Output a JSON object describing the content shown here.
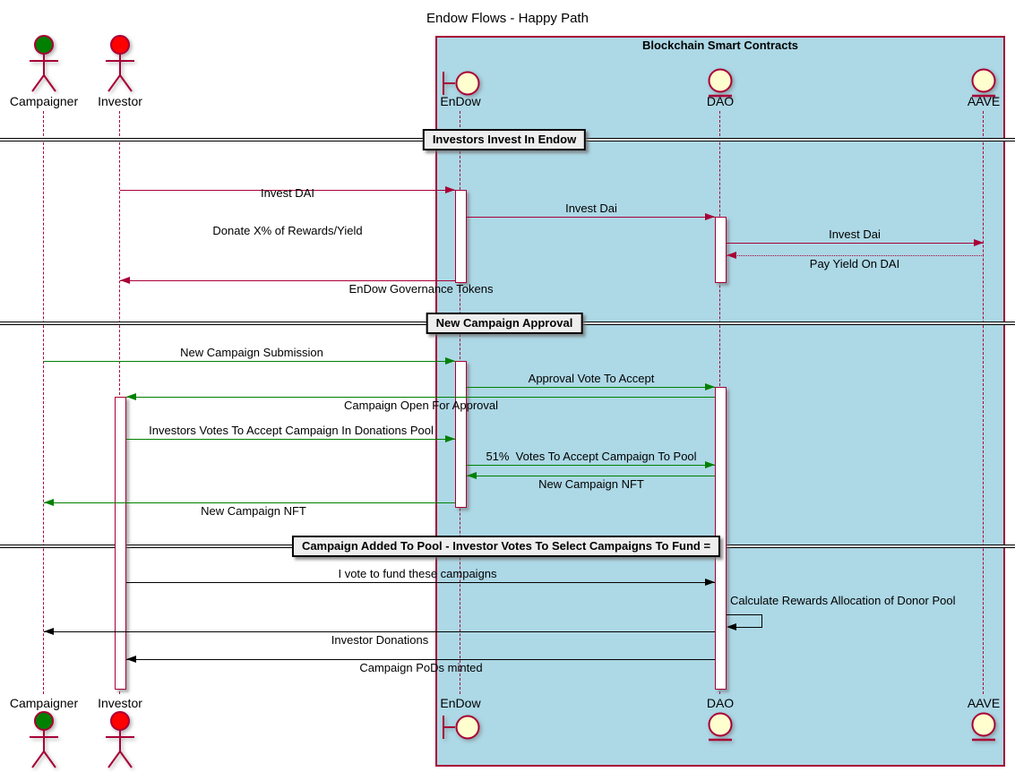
{
  "title": "Endow Flows - Happy Path",
  "box": {
    "label": "Blockchain Smart Contracts"
  },
  "participants": {
    "campaigner": {
      "label": "Campaigner",
      "type": "actor",
      "head_color": "#008000"
    },
    "investor": {
      "label": "Investor",
      "type": "actor",
      "head_color": "#FF0000"
    },
    "endow": {
      "label": "EnDow",
      "type": "boundary"
    },
    "dao": {
      "label": "DAO",
      "type": "entity"
    },
    "aave": {
      "label": "AAVE",
      "type": "entity"
    }
  },
  "dividers": [
    {
      "label": "Investors Invest In Endow"
    },
    {
      "label": "New Campaign Approval"
    },
    {
      "label": "Campaign Added To Pool - Investor Votes To Select Campaigns To Fund ="
    }
  ],
  "messages": [
    {
      "from": "Investor",
      "to": "EnDow",
      "label_line1": "Invest DAI",
      "label_line2": "Donate X% of Rewards/Yield",
      "style": "solid",
      "color": "#A80036"
    },
    {
      "from": "EnDow",
      "to": "DAO",
      "label": "Invest Dai",
      "style": "solid",
      "color": "#A80036"
    },
    {
      "from": "DAO",
      "to": "AAVE",
      "label": "Invest Dai",
      "style": "solid",
      "color": "#A80036"
    },
    {
      "from": "AAVE",
      "to": "DAO",
      "label": "Pay Yield On DAI",
      "style": "dotted",
      "color": "#A80036"
    },
    {
      "from": "EnDow",
      "to": "Investor",
      "label": "EnDow Governance Tokens",
      "style": "solid",
      "color": "#A80036"
    },
    {
      "from": "Campaigner",
      "to": "EnDow",
      "label": "New Campaign Submission",
      "style": "solid",
      "color": "#008000"
    },
    {
      "from": "EnDow",
      "to": "DAO",
      "label": "Approval Vote To Accept",
      "style": "solid",
      "color": "#008000"
    },
    {
      "from": "DAO",
      "to": "Investor",
      "label": "Campaign Open For Approval",
      "style": "solid",
      "color": "#008000"
    },
    {
      "from": "Investor",
      "to": "EnDow",
      "label": "Investors Votes To Accept Campaign In Donations Pool",
      "style": "solid",
      "color": "#008000"
    },
    {
      "from": "EnDow",
      "to": "DAO",
      "label": "51%  Votes To Accept Campaign To Pool",
      "style": "solid",
      "color": "#008000"
    },
    {
      "from": "DAO",
      "to": "EnDow",
      "label": "New Campaign NFT",
      "style": "solid",
      "color": "#008000"
    },
    {
      "from": "EnDow",
      "to": "Campaigner",
      "label": "New Campaign NFT",
      "style": "solid",
      "color": "#008000"
    },
    {
      "from": "Investor",
      "to": "DAO",
      "label": "I vote to fund these campaigns",
      "style": "solid",
      "color": "#000000"
    },
    {
      "from": "DAO",
      "to": "DAO",
      "label": "Calculate Rewards Allocation of Donor Pool",
      "style": "self",
      "color": "#000000"
    },
    {
      "from": "DAO",
      "to": "Campaigner",
      "label": "Investor Donations",
      "style": "solid",
      "color": "#000000"
    },
    {
      "from": "DAO",
      "to": "Investor",
      "label": "Campaign PoDs minted",
      "style": "solid",
      "color": "#000000"
    }
  ],
  "colors": {
    "maroon": "#A80036",
    "green": "#008000",
    "black": "#000000",
    "box_fill": "#ADD8E6",
    "participant_fill": "#FEFECE",
    "divider_fill": "#EEEEEE",
    "campaigner_head": "#008000",
    "investor_head": "#FF0000"
  }
}
